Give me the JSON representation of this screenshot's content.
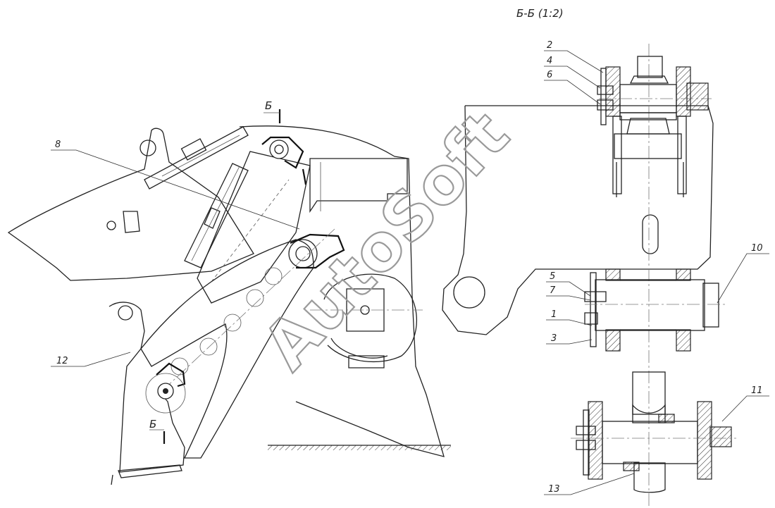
{
  "section_title": "Б-Б (1:2)",
  "section_marks": {
    "top": "Б",
    "bottom": "Б"
  },
  "callouts": [
    {
      "id": "c2",
      "text": "2"
    },
    {
      "id": "c4",
      "text": "4"
    },
    {
      "id": "c6",
      "text": "6"
    },
    {
      "id": "c5",
      "text": "5"
    },
    {
      "id": "c7",
      "text": "7"
    },
    {
      "id": "c1",
      "text": "1"
    },
    {
      "id": "c3",
      "text": "3"
    },
    {
      "id": "c10",
      "text": "10"
    },
    {
      "id": "c11",
      "text": "11"
    },
    {
      "id": "c13",
      "text": "13"
    },
    {
      "id": "c8",
      "text": "8"
    },
    {
      "id": "c12",
      "text": "12"
    }
  ],
  "watermark": "AutoSoft"
}
